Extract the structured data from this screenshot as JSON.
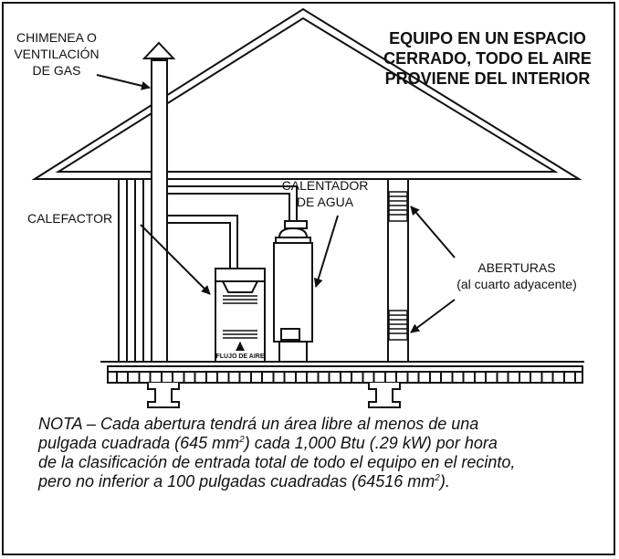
{
  "title": [
    "EQUIPO EN UN ESPACIO",
    "CERRADO, TODO EL AIRE",
    "PROVIENE DEL INTERIOR"
  ],
  "labels": {
    "chimney": [
      "CHIMENEA O",
      "VENTILACIÓN",
      "DE GAS"
    ],
    "water_heater": [
      "CALENTADOR",
      "DE AGUA"
    ],
    "furnace": "CALEFACTOR",
    "openings": [
      "ABERTURAS",
      "(al cuarto adyacente)"
    ],
    "airflow": "FLUJO DE AIRE"
  },
  "note": {
    "line1": "NOTA – Cada abertura tendrá un área libre al menos de una",
    "line2a": "pulgada cuadrada (645 mm",
    "line2sup": "2",
    "line2b": ") cada 1,000 Btu (.29 kW) por hora",
    "line3": "de la clasificación de entrada total de todo el equipo en el recinto,",
    "line4a": "pero no inferior a 100 pulgadas cuadradas (64516 mm",
    "line4sup": "2",
    "line4b": ")."
  }
}
